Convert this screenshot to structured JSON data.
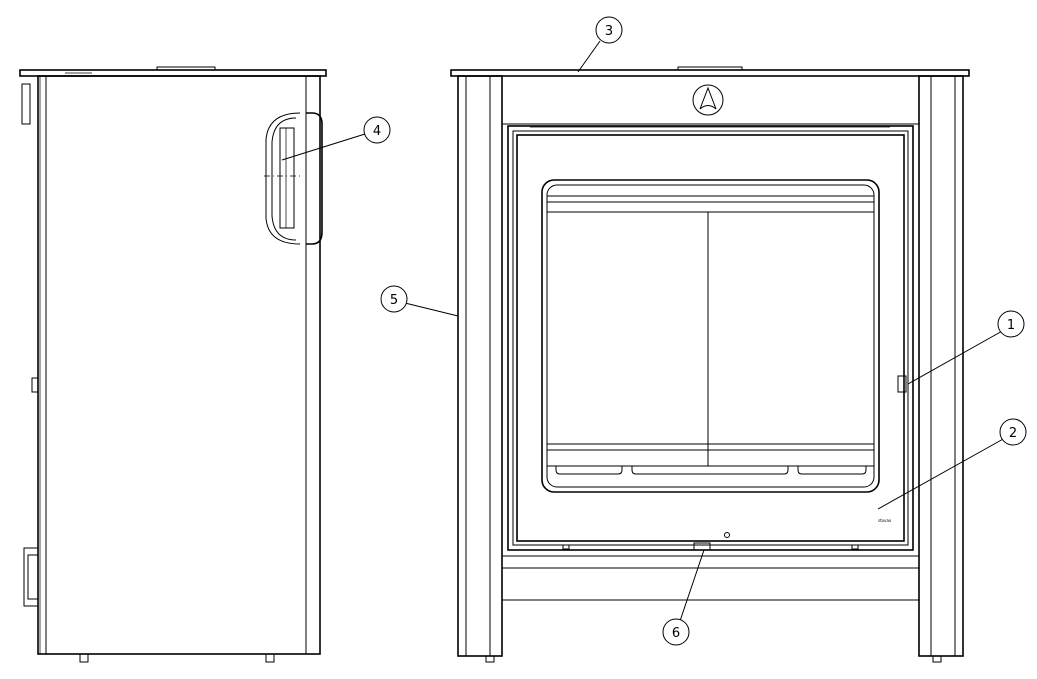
{
  "callouts": [
    {
      "id": "3",
      "label": "3"
    },
    {
      "id": "4",
      "label": "4"
    },
    {
      "id": "5",
      "label": "5"
    },
    {
      "id": "1",
      "label": "1"
    },
    {
      "id": "2",
      "label": "2"
    },
    {
      "id": "6",
      "label": "6"
    }
  ],
  "brand_mark": "stovax"
}
